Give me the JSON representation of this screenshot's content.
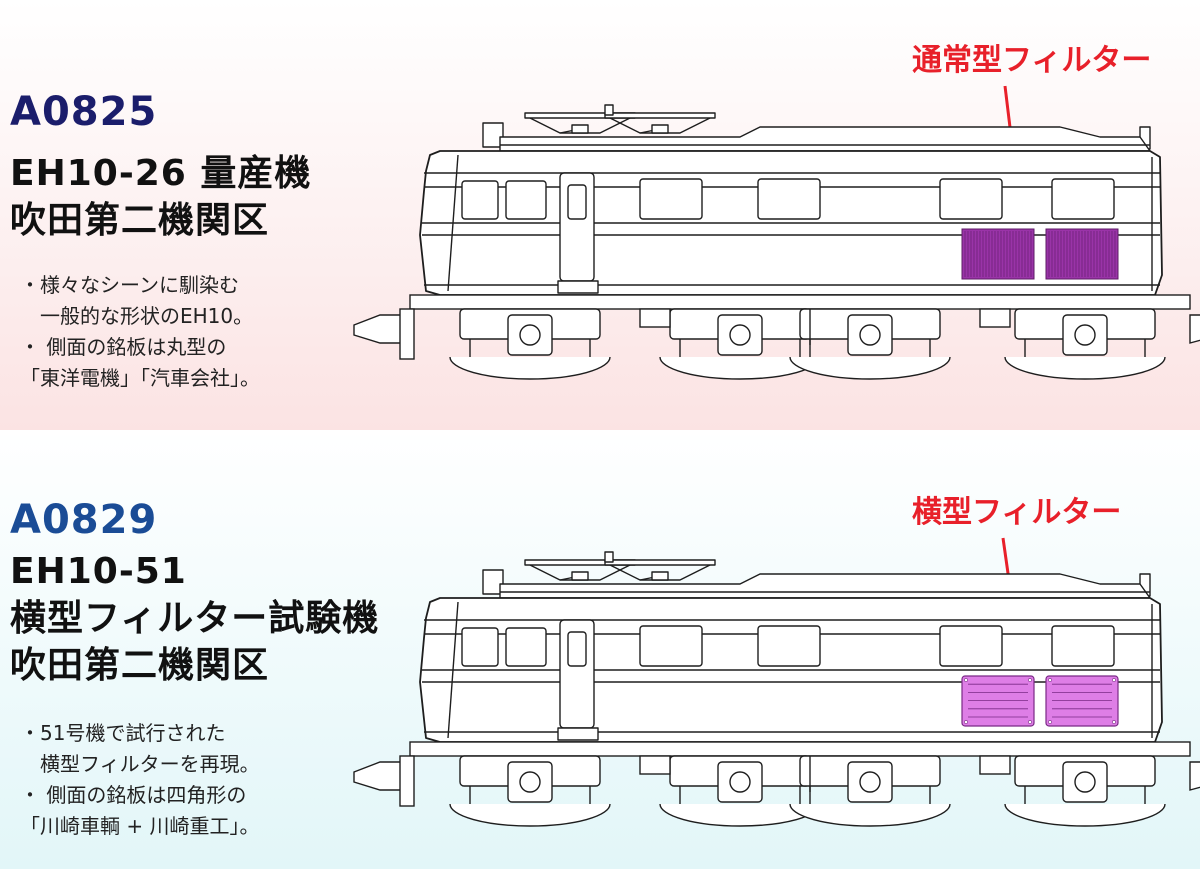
{
  "colors": {
    "code_top": "#1b1d6b",
    "code_bottom": "#1a4c96",
    "callout": "#e8202a",
    "filter_top": "#9a34a8",
    "filter_bottom": "#de7ee6",
    "line": "#1e1e1e"
  },
  "top": {
    "code": "A0825",
    "title_lines": [
      "EH10-26  量産機",
      "吹田第二機関区"
    ],
    "desc_lines": [
      "・様々なシーンに馴染む",
      "　一般的な形状のEH10。",
      "・ 側面の銘板は丸型の",
      "「東洋電機」「汽車会社」。"
    ],
    "callout": "通常型フィルター",
    "filter_style": "vertical-louver"
  },
  "bottom": {
    "code": "A0829",
    "title_lines": [
      "EH10-51",
      "横型フィルター試験機",
      "吹田第二機関区"
    ],
    "desc_lines": [
      "・51号機で試行された",
      "　横型フィルターを再現。",
      "・ 側面の銘板は四角形の",
      "「川崎車輌 + 川崎重工」。"
    ],
    "callout": "横型フィルター",
    "filter_style": "horizontal-louver"
  }
}
